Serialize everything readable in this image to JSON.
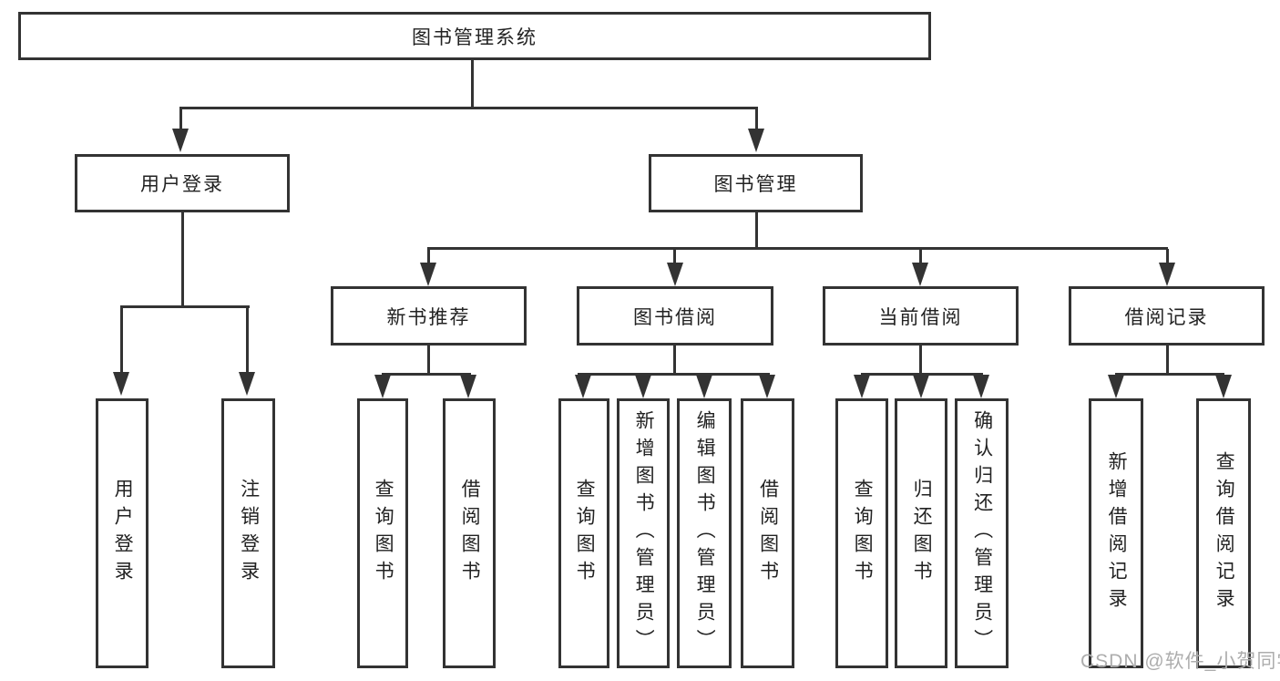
{
  "watermark": "CSDN @软件_小贺同学",
  "colors": {
    "line": "#333333",
    "text": "#222222",
    "watermark": "#adadad",
    "background": "#ffffff"
  },
  "tree": {
    "label": "图书管理系统",
    "children": [
      {
        "label": "用户登录",
        "children": [
          {
            "label": "用户登录"
          },
          {
            "label": "注销登录"
          }
        ]
      },
      {
        "label": "图书管理",
        "children": [
          {
            "label": "新书推荐",
            "children": [
              {
                "label": "查询图书"
              },
              {
                "label": "借阅图书"
              }
            ]
          },
          {
            "label": "图书借阅",
            "children": [
              {
                "label": "查询图书"
              },
              {
                "label": "新增图书（管理员）"
              },
              {
                "label": "编辑图书（管理员）"
              },
              {
                "label": "借阅图书"
              }
            ]
          },
          {
            "label": "当前借阅",
            "children": [
              {
                "label": "查询图书"
              },
              {
                "label": "归还图书"
              },
              {
                "label": "确认归还（管理员）"
              }
            ]
          },
          {
            "label": "借阅记录",
            "children": [
              {
                "label": "新增借阅记录"
              },
              {
                "label": "查询借阅记录"
              }
            ]
          }
        ]
      }
    ]
  }
}
